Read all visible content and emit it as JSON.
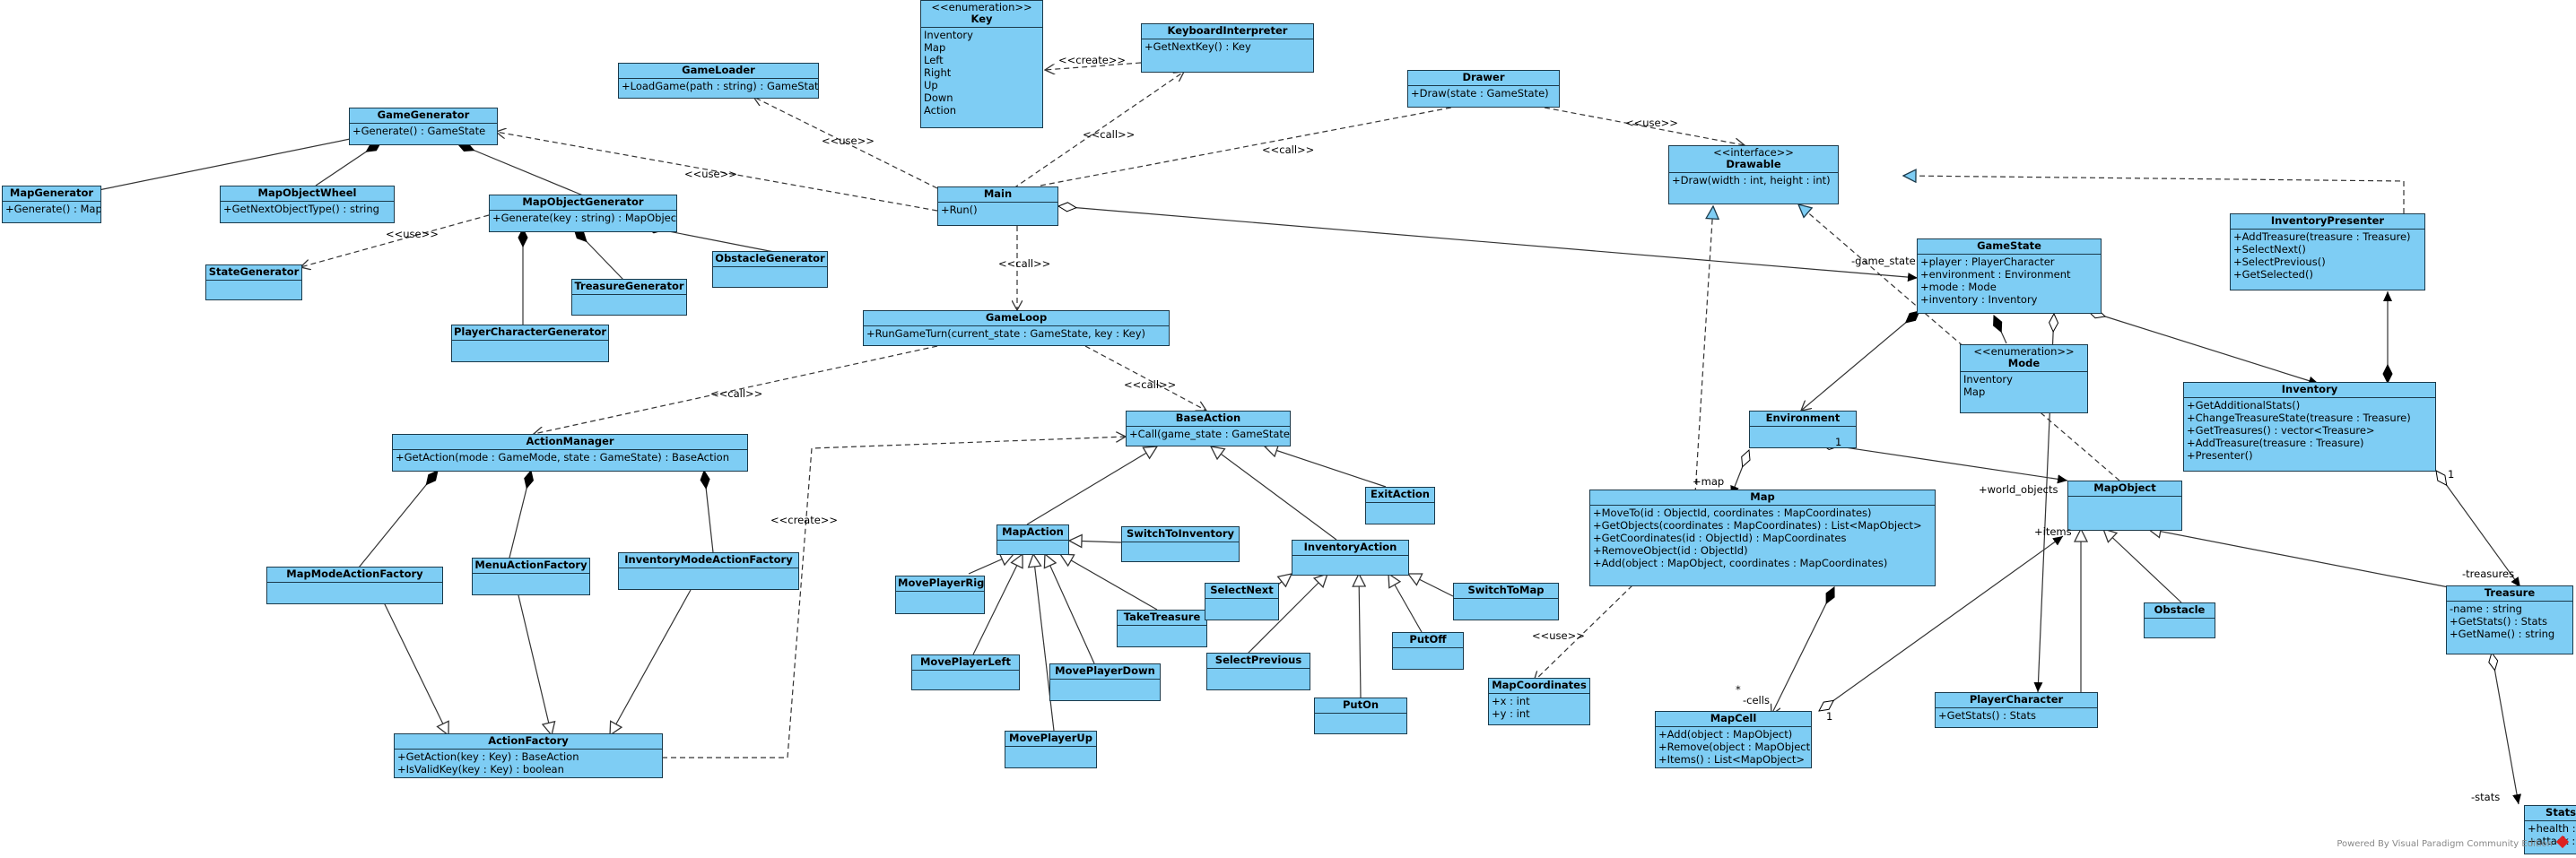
{
  "classes": {
    "key_enum": {
      "stereotype": "<<enumeration>>",
      "name": "Key",
      "items": [
        "Inventory",
        "Map",
        "Left",
        "Right",
        "Up",
        "Down",
        "Action"
      ]
    },
    "keyboard_interpreter": {
      "name": "KeyboardInterpreter",
      "items": [
        "+GetNextKey() : Key"
      ]
    },
    "game_loader": {
      "name": "GameLoader",
      "items": [
        "+LoadGame(path : string) : GameState"
      ]
    },
    "drawer": {
      "name": "Drawer",
      "items": [
        "+Draw(state : GameState)"
      ]
    },
    "drawable": {
      "stereotype": "<<interface>>",
      "name": "Drawable",
      "items": [
        "+Draw(width : int, height : int)"
      ]
    },
    "game_generator": {
      "name": "GameGenerator",
      "items": [
        "+Generate() : GameState"
      ]
    },
    "map_generator": {
      "name": "MapGenerator",
      "items": [
        "+Generate() : Map"
      ]
    },
    "map_object_wheel": {
      "name": "MapObjectWheel",
      "items": [
        "+GetNextObjectType() : string"
      ]
    },
    "map_object_generator": {
      "name": "MapObjectGenerator",
      "items": [
        "+Generate(key : string) : MapObject"
      ]
    },
    "state_generator": {
      "name": "StateGenerator",
      "items": []
    },
    "obstacle_generator": {
      "name": "ObstacleGenerator",
      "items": []
    },
    "treasure_generator": {
      "name": "TreasureGenerator",
      "items": []
    },
    "player_character_generator": {
      "name": "PlayerCharacterGenerator",
      "items": []
    },
    "main": {
      "name": "Main",
      "items": [
        "+Run()"
      ]
    },
    "game_loop": {
      "name": "GameLoop",
      "items": [
        "+RunGameTurn(current_state : GameState, key : Key)"
      ]
    },
    "action_manager": {
      "name": "ActionManager",
      "items": [
        "+GetAction(mode : GameMode, state : GameState) : BaseAction"
      ]
    },
    "map_mode_action_factory": {
      "name": "MapModeActionFactory",
      "items": []
    },
    "menu_action_factory": {
      "name": "MenuActionFactory",
      "items": []
    },
    "inventory_mode_action_factory": {
      "name": "InventoryModeActionFactory",
      "items": []
    },
    "action_factory": {
      "name": "ActionFactory",
      "items": [
        "+GetAction(key : Key) : BaseAction",
        "+IsValidKey(key : Key) : boolean"
      ]
    },
    "base_action": {
      "name": "BaseAction",
      "items": [
        "+Call(game_state : GameState)"
      ]
    },
    "map_action": {
      "name": "MapAction",
      "items": []
    },
    "switch_to_inventory": {
      "name": "SwitchToInventory",
      "items": []
    },
    "exit_action": {
      "name": "ExitAction",
      "items": []
    },
    "inventory_action": {
      "name": "InventoryAction",
      "items": []
    },
    "move_player_right": {
      "name": "MovePlayerRight",
      "items": []
    },
    "move_player_left": {
      "name": "MovePlayerLeft",
      "items": []
    },
    "move_player_down": {
      "name": "MovePlayerDown",
      "items": []
    },
    "move_player_up": {
      "name": "MovePlayerUp",
      "items": []
    },
    "take_treasure": {
      "name": "TakeTreasure",
      "items": []
    },
    "select_next": {
      "name": "SelectNext",
      "items": []
    },
    "select_previous": {
      "name": "SelectPrevious",
      "items": []
    },
    "switch_to_map": {
      "name": "SwitchToMap",
      "items": []
    },
    "put_off": {
      "name": "PutOff",
      "items": []
    },
    "put_on": {
      "name": "PutOn",
      "items": []
    },
    "game_state": {
      "name": "GameState",
      "items": [
        "+player : PlayerCharacter",
        "+environment : Environment",
        "+mode : Mode",
        "+inventory : Inventory"
      ]
    },
    "mode_enum": {
      "stereotype": "<<enumeration>>",
      "name": "Mode",
      "items": [
        "Inventory",
        "Map"
      ]
    },
    "environment": {
      "name": "Environment",
      "items": []
    },
    "map": {
      "name": "Map",
      "items": [
        "+MoveTo(id : ObjectId, coordinates : MapCoordinates)",
        "+GetObjects(coordinates : MapCoordinates) : List<MapObject>",
        "+GetCoordinates(id : ObjectId) : MapCoordinates",
        "+RemoveObject(id : ObjectId)",
        "+Add(object : MapObject, coordinates : MapCoordinates)"
      ]
    },
    "map_coordinates": {
      "name": "MapCoordinates",
      "items": [
        "+x : int",
        "+y : int"
      ]
    },
    "map_cell": {
      "name": "MapCell",
      "items": [
        "+Add(object : MapObject)",
        "+Remove(object : MapObject)",
        "+Items() : List<MapObject>"
      ]
    },
    "map_object": {
      "name": "MapObject",
      "items": []
    },
    "player_character": {
      "name": "PlayerCharacter",
      "items": [
        "+GetStats() : Stats"
      ]
    },
    "obstacle": {
      "name": "Obstacle",
      "items": []
    },
    "inventory_presenter": {
      "name": "InventoryPresenter",
      "items": [
        "+AddTreasure(treasure : Treasure)",
        "+SelectNext()",
        "+SelectPrevious()",
        "+GetSelected()"
      ]
    },
    "inventory": {
      "name": "Inventory",
      "items": [
        "+GetAdditionalStats()",
        "+ChangeTreasureState(treasure : Treasure)",
        "+GetTreasures() : vector<Treasure>",
        "+AddTreasure(treasure : Treasure)",
        "+Presenter()"
      ]
    },
    "treasure": {
      "name": "Treasure",
      "items": [
        "-name : string",
        "+GetStats() : Stats",
        "+GetName() : string"
      ]
    },
    "stats": {
      "name": "Stats",
      "items": [
        "+health : int",
        "+attack : int"
      ]
    }
  },
  "labels": {
    "create_key": "<<create>>",
    "call_main_ki": "<<call>>",
    "use_main_loader": "<<use>>",
    "call_main_drawer": "<<call>>",
    "use_drawer_drawable": "<<use>>",
    "use_main_gen": "<<use>>",
    "use_state_gen": "<<use>>",
    "call_main_loop": "<<call>>",
    "call_loop_am": "<<call>>",
    "call_loop_ba": "<<call>>",
    "create_af_ba": "<<create>>",
    "game_state_role": "-game_state",
    "map_role": "+map",
    "env_mult": "1",
    "world_objects_role": "+world_objects",
    "items_role": "+items",
    "cells_role": "-cells",
    "cells_mult": "*",
    "mapcell_mult": "1",
    "use_map_coords": "<<use>>",
    "treasures_role": "-treasures",
    "inventory_mult": "1",
    "stats_role": "-stats"
  },
  "footer": "Powered By Visual Paradigm Community Edition"
}
